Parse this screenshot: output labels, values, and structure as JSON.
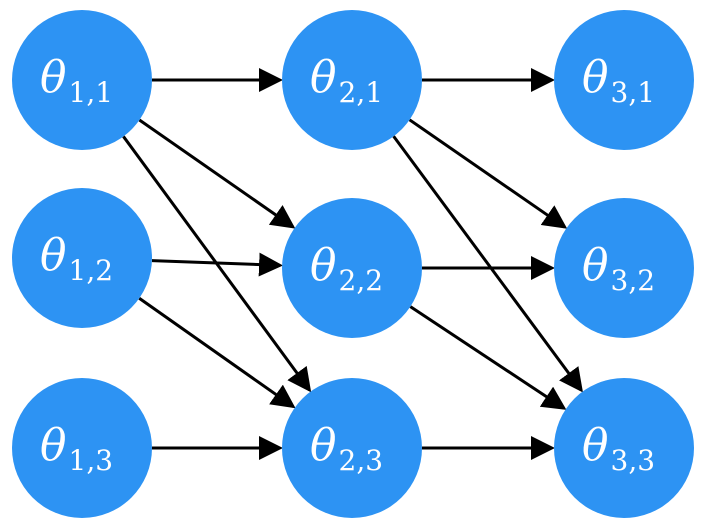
{
  "colors": {
    "node_fill": "#2d93f3",
    "arrow": "#000000",
    "label_text": "#ffffff"
  },
  "nodes": [
    {
      "id": "n11",
      "symbol": "θ",
      "subscript": "1,1"
    },
    {
      "id": "n12",
      "symbol": "θ",
      "subscript": "1,2"
    },
    {
      "id": "n13",
      "symbol": "θ",
      "subscript": "1,3"
    },
    {
      "id": "n21",
      "symbol": "θ",
      "subscript": "2,1"
    },
    {
      "id": "n22",
      "symbol": "θ",
      "subscript": "2,2"
    },
    {
      "id": "n23",
      "symbol": "θ",
      "subscript": "2,3"
    },
    {
      "id": "n31",
      "symbol": "θ",
      "subscript": "3,1"
    },
    {
      "id": "n32",
      "symbol": "θ",
      "subscript": "3,2"
    },
    {
      "id": "n33",
      "symbol": "θ",
      "subscript": "3,3"
    }
  ],
  "edges": [
    {
      "from": "n11",
      "to": "n21"
    },
    {
      "from": "n11",
      "to": "n22"
    },
    {
      "from": "n11",
      "to": "n23"
    },
    {
      "from": "n12",
      "to": "n22"
    },
    {
      "from": "n12",
      "to": "n23"
    },
    {
      "from": "n13",
      "to": "n23"
    },
    {
      "from": "n21",
      "to": "n31"
    },
    {
      "from": "n21",
      "to": "n32"
    },
    {
      "from": "n21",
      "to": "n33"
    },
    {
      "from": "n22",
      "to": "n32"
    },
    {
      "from": "n22",
      "to": "n33"
    },
    {
      "from": "n23",
      "to": "n33"
    }
  ]
}
